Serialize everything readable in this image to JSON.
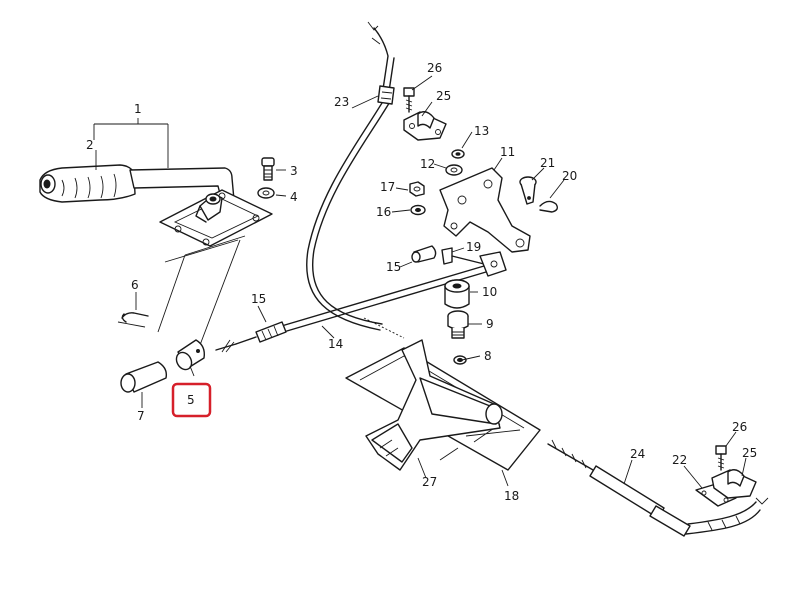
{
  "diagram": {
    "highlight_color": "#d6202a",
    "highlighted_label": "5",
    "callouts": [
      {
        "id": "c1",
        "label": "1"
      },
      {
        "id": "c2",
        "label": "2"
      },
      {
        "id": "c3",
        "label": "3"
      },
      {
        "id": "c4",
        "label": "4"
      },
      {
        "id": "c5",
        "label": "5"
      },
      {
        "id": "c6",
        "label": "6"
      },
      {
        "id": "c7",
        "label": "7"
      },
      {
        "id": "c8",
        "label": "8"
      },
      {
        "id": "c9",
        "label": "9"
      },
      {
        "id": "c10",
        "label": "10"
      },
      {
        "id": "c11",
        "label": "11"
      },
      {
        "id": "c12",
        "label": "12"
      },
      {
        "id": "c13",
        "label": "13"
      },
      {
        "id": "c14",
        "label": "14"
      },
      {
        "id": "c15a",
        "label": "15"
      },
      {
        "id": "c15b",
        "label": "15"
      },
      {
        "id": "c16",
        "label": "16"
      },
      {
        "id": "c17",
        "label": "17"
      },
      {
        "id": "c18",
        "label": "18"
      },
      {
        "id": "c19",
        "label": "19"
      },
      {
        "id": "c20",
        "label": "20"
      },
      {
        "id": "c21",
        "label": "21"
      },
      {
        "id": "c22",
        "label": "22"
      },
      {
        "id": "c23",
        "label": "23"
      },
      {
        "id": "c24",
        "label": "24"
      },
      {
        "id": "c25a",
        "label": "25"
      },
      {
        "id": "c25b",
        "label": "25"
      },
      {
        "id": "c26a",
        "label": "26"
      },
      {
        "id": "c26b",
        "label": "26"
      },
      {
        "id": "c27",
        "label": "27"
      }
    ]
  }
}
